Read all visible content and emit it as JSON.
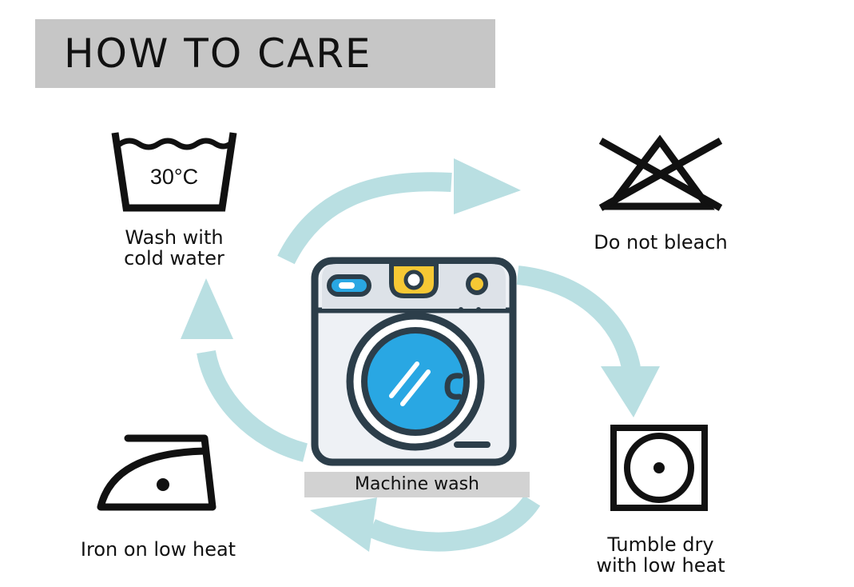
{
  "title": "HOW TO CARE",
  "center": {
    "label": "Machine wash"
  },
  "care_steps": [
    {
      "id": "wash",
      "icon": "wash-tub-icon",
      "badge": "30°C",
      "line1": "Wash with",
      "line2": "cold water"
    },
    {
      "id": "bleach",
      "icon": "do-not-bleach-icon",
      "line1": "Do not bleach"
    },
    {
      "id": "tumble",
      "icon": "tumble-dry-low-icon",
      "line1": "Tumble dry",
      "line2": "with low heat"
    },
    {
      "id": "iron",
      "icon": "iron-low-heat-icon",
      "line1": "Iron on low heat"
    }
  ],
  "colors": {
    "arrow": "#b9dfe2",
    "title_bg": "#c6c6c6",
    "machine_outline": "#2c3e4a",
    "machine_body": "#eef1f5",
    "machine_top": "#dde2e8",
    "drum_blue": "#29a7e3",
    "accent_yellow": "#f6c834",
    "label_bg": "#d2d2d2"
  }
}
